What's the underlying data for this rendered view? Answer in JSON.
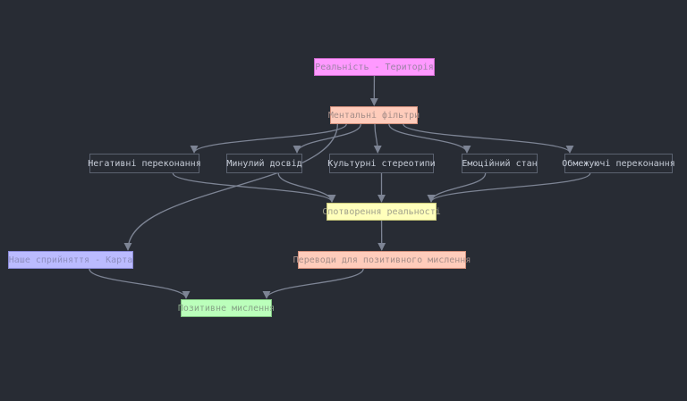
{
  "diagram": {
    "nodes": {
      "reality": {
        "label": "Реальність - Територія"
      },
      "filters": {
        "label": "Ментальні фільтри"
      },
      "negative": {
        "label": "Негативні переконання"
      },
      "past": {
        "label": "Минулий досвід"
      },
      "cultural": {
        "label": "Культурні стереотипи"
      },
      "emotional": {
        "label": "Емоційний стан"
      },
      "limiting": {
        "label": "Обмежуючі переконання"
      },
      "creation": {
        "label": "Спотворення реальності"
      },
      "map": {
        "label": "Наше сприйняття - Карта"
      },
      "reframes": {
        "label": "Переводи для позитивного мислення"
      },
      "positive": {
        "label": "Позитивне мислення"
      }
    },
    "edges": [
      [
        "reality",
        "filters"
      ],
      [
        "filters",
        "negative"
      ],
      [
        "filters",
        "past"
      ],
      [
        "filters",
        "cultural"
      ],
      [
        "filters",
        "emotional"
      ],
      [
        "filters",
        "limiting"
      ],
      [
        "filters",
        "map"
      ],
      [
        "negative",
        "creation"
      ],
      [
        "past",
        "creation"
      ],
      [
        "cultural",
        "creation"
      ],
      [
        "emotional",
        "creation"
      ],
      [
        "limiting",
        "creation"
      ],
      [
        "creation",
        "reframes"
      ],
      [
        "map",
        "positive"
      ],
      [
        "reframes",
        "positive"
      ]
    ],
    "colors": {
      "background": "#282c34",
      "edge": "#7d8494",
      "reality": "#ff99ff",
      "filters": "#ffccbb",
      "creation": "#ffffbb",
      "map": "#bbbbff",
      "reframes": "#ffccbb",
      "positive": "#bbffbb"
    }
  }
}
